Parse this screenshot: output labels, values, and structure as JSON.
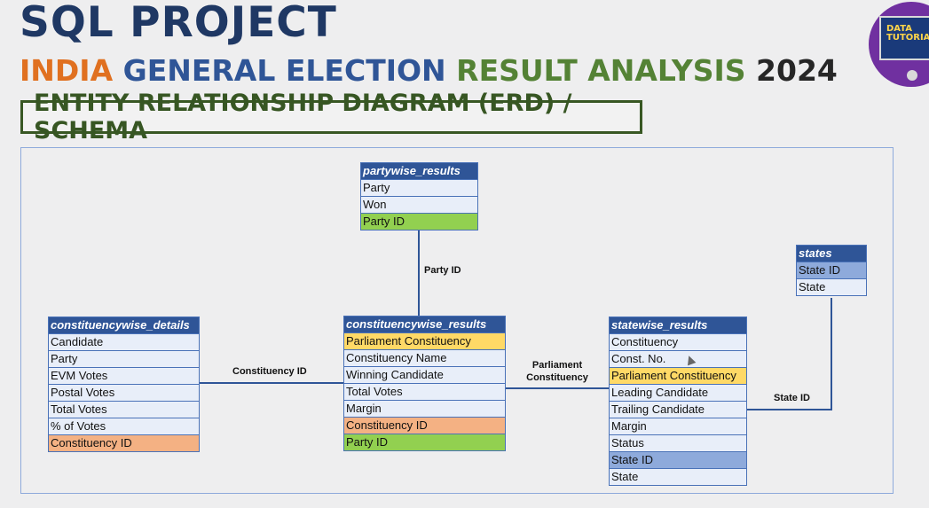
{
  "header": {
    "title": "SQL PROJECT",
    "subtitle_parts": [
      {
        "text": "INDIA ",
        "color": "#e07020"
      },
      {
        "text": "GENERAL ELECTION ",
        "color": "#2f5597"
      },
      {
        "text": "RESULT ANALYSIS ",
        "color": "#548235"
      },
      {
        "text": "2024",
        "color": "#262626"
      }
    ],
    "erd_title": "ENTITY RELATIONSHIP DIAGRAM (ERD) / SCHEMA"
  },
  "logo": {
    "text_line1": "DATA",
    "text_line2": "TUTORIAL"
  },
  "tables": {
    "partywise_results": {
      "name": "partywise_results",
      "rows": [
        {
          "label": "Party",
          "highlight": "none"
        },
        {
          "label": "Won",
          "highlight": "none"
        },
        {
          "label": "Party ID",
          "highlight": "green"
        }
      ]
    },
    "constituencywise_details": {
      "name": "constituencywise_details",
      "rows": [
        {
          "label": "Candidate",
          "highlight": "none"
        },
        {
          "label": "Party",
          "highlight": "none"
        },
        {
          "label": "EVM Votes",
          "highlight": "none"
        },
        {
          "label": "Postal Votes",
          "highlight": "none"
        },
        {
          "label": "Total Votes",
          "highlight": "none"
        },
        {
          "label": "% of Votes",
          "highlight": "none"
        },
        {
          "label": "Constituency ID",
          "highlight": "orange"
        }
      ]
    },
    "constituencywise_results": {
      "name": "constituencywise_results",
      "rows": [
        {
          "label": "Parliament Constituency",
          "highlight": "yellow"
        },
        {
          "label": "Constituency Name",
          "highlight": "none"
        },
        {
          "label": "Winning Candidate",
          "highlight": "none"
        },
        {
          "label": "Total Votes",
          "highlight": "none"
        },
        {
          "label": "Margin",
          "highlight": "none"
        },
        {
          "label": "Constituency ID",
          "highlight": "orange"
        },
        {
          "label": "Party ID",
          "highlight": "green"
        }
      ]
    },
    "statewise_results": {
      "name": "statewise_results",
      "rows": [
        {
          "label": "Constituency",
          "highlight": "none"
        },
        {
          "label": "Const. No.",
          "highlight": "none"
        },
        {
          "label": "Parliament Constituency",
          "highlight": "yellow"
        },
        {
          "label": "Leading Candidate",
          "highlight": "none"
        },
        {
          "label": "Trailing Candidate",
          "highlight": "none"
        },
        {
          "label": "Margin",
          "highlight": "none"
        },
        {
          "label": "Status",
          "highlight": "none"
        },
        {
          "label": "State ID",
          "highlight": "blue"
        },
        {
          "label": "State",
          "highlight": "none"
        }
      ]
    },
    "states": {
      "name": "states",
      "rows": [
        {
          "label": "State ID",
          "highlight": "blue"
        },
        {
          "label": "State",
          "highlight": "none"
        }
      ]
    }
  },
  "relationships": {
    "party_id": "Party ID",
    "constituency_id": "Constituency ID",
    "parliament_constituency_line1": "Parliament",
    "parliament_constituency_line2": "Constituency",
    "state_id": "State ID"
  },
  "colors": {
    "header_blue": "#2f5597",
    "yellow": "#ffd966",
    "orange": "#f4b183",
    "green": "#92d050",
    "blue": "#8eaadb",
    "line": "#2f5597"
  }
}
